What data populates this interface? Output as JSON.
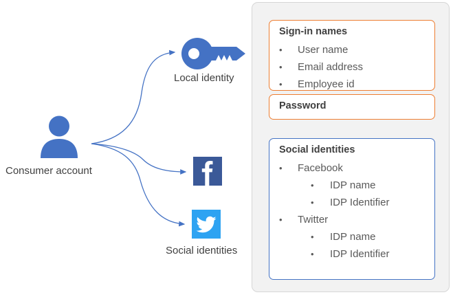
{
  "diagram": {
    "nodes": [
      {
        "id": "consumer-account",
        "label": "Consumer account",
        "icon": "person-icon"
      },
      {
        "id": "local-identity",
        "label": "Local identity",
        "icon": "key-icon"
      },
      {
        "id": "facebook",
        "label": "",
        "icon": "facebook-icon"
      },
      {
        "id": "twitter",
        "label": "Social identities",
        "icon": "twitter-icon"
      }
    ],
    "consumer_label": "Consumer account",
    "local_identity_label": "Local identity",
    "social_identities_label": "Social identities",
    "colors": {
      "accent_blue": "#4472C4",
      "facebook_blue": "#3B5998",
      "twitter_blue": "#1DA1F2",
      "arrow_blue": "#4472C4",
      "orange_border": "#ED7D31",
      "blue_border": "#4472C4",
      "panel_gray": "#F2F2F2",
      "text_gray": "#595959"
    }
  },
  "panel": {
    "cards": [
      {
        "id": "sign-in-names",
        "title": "Sign-in names",
        "border": "orange",
        "items": [
          {
            "level": 1,
            "bullet": "•",
            "text": "User name"
          },
          {
            "level": 1,
            "bullet": "•",
            "text": "Email address"
          },
          {
            "level": 1,
            "bullet": "•",
            "text": "Employee id"
          }
        ]
      },
      {
        "id": "password",
        "title": "Password",
        "border": "orange",
        "items": []
      },
      {
        "id": "social-identities",
        "title": "Social identities",
        "border": "blue",
        "items": [
          {
            "level": 1,
            "bullet": "•",
            "text": "Facebook"
          },
          {
            "level": 2,
            "bullet": "•",
            "text": "IDP name"
          },
          {
            "level": 2,
            "bullet": "•",
            "text": "IDP Identifier"
          },
          {
            "level": 1,
            "bullet": "•",
            "text": "Twitter"
          },
          {
            "level": 2,
            "bullet": "•",
            "text": "IDP name"
          },
          {
            "level": 2,
            "bullet": "•",
            "text": "IDP Identifier"
          }
        ]
      }
    ],
    "signin_title": "Sign-in names",
    "signin_items": [
      "User name",
      "Email address",
      "Employee id"
    ],
    "password_title": "Password",
    "social_title": "Social identities",
    "social_items": [
      "Facebook",
      "IDP name",
      "IDP Identifier",
      "Twitter",
      "IDP name",
      "IDP Identifier"
    ]
  }
}
